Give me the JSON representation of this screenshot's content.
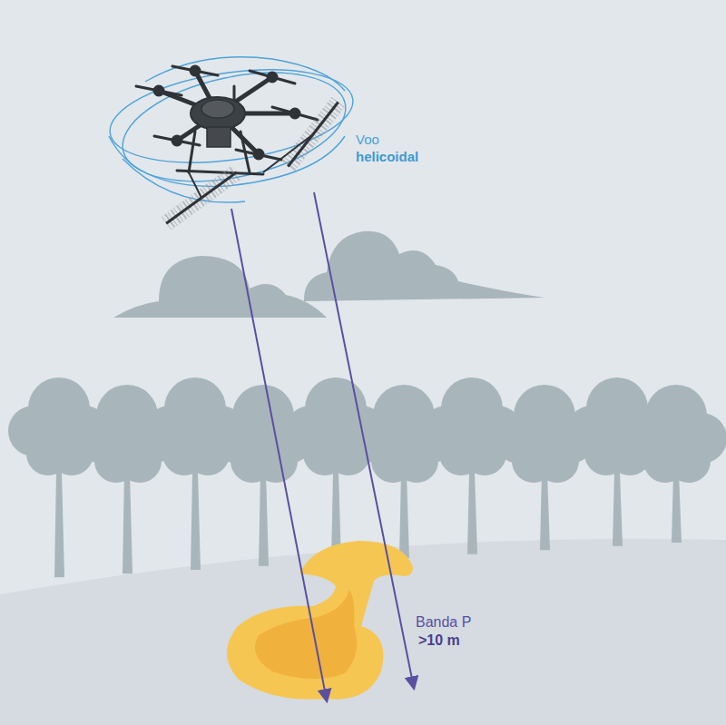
{
  "diagram": {
    "labels": [
      "Voo",
      "helicoidal",
      "Banda P",
      ">10 m"
    ]
  }
}
